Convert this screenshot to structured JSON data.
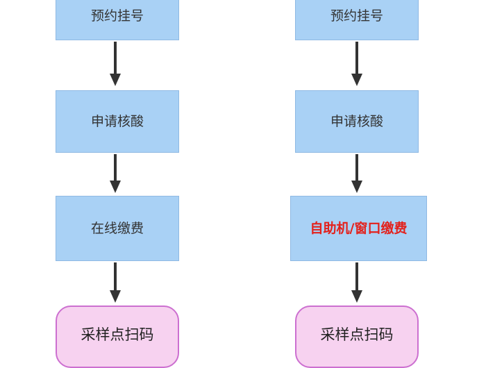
{
  "left_flow": {
    "step1": "预约挂号",
    "step2": "申请核酸",
    "step3": "在线缴费",
    "step4": "采样点扫码"
  },
  "right_flow": {
    "step1": "预约挂号",
    "step2": "申请核酸",
    "step3": "自助机/窗口缴费",
    "step4": "采样点扫码"
  },
  "colors": {
    "box_fill": "#a9d1f5",
    "end_fill": "#f7d2f0",
    "end_border": "#cc6fd0",
    "highlight_text": "#e3211c",
    "arrow": "#333333"
  }
}
